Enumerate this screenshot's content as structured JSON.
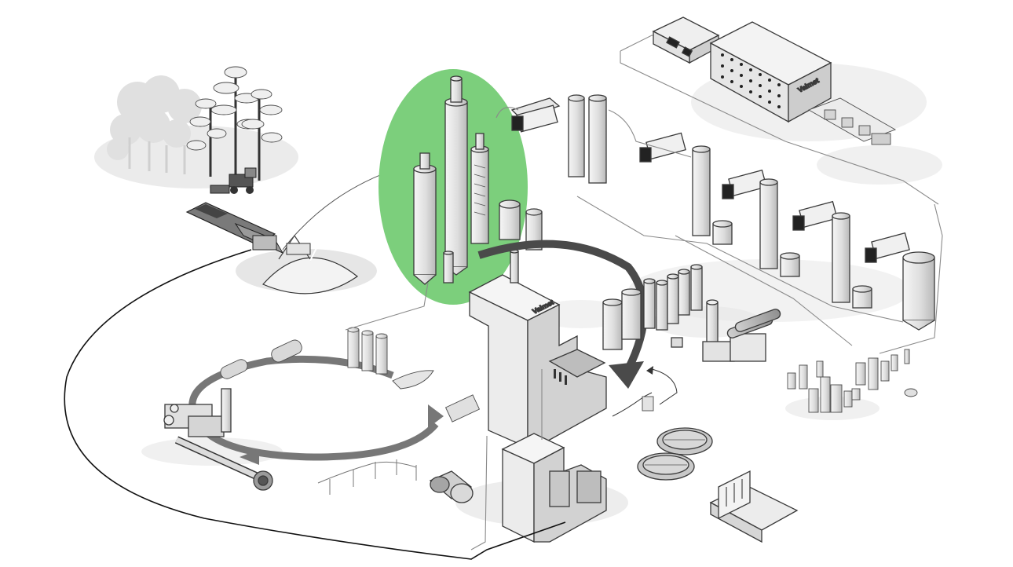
{
  "brand": {
    "logo_text": "Valmet"
  },
  "colors": {
    "highlight": "#7ccf7c",
    "outline": "#3a3a3a",
    "light_fill": "#efefef",
    "mid_fill": "#d9d9d9",
    "dark_fill": "#9a9a9a",
    "shadow": "#e4e4e4",
    "flow_arrow": "#555555"
  },
  "diagram": {
    "highlighted_section": "digester-towers",
    "sections": [
      "forest",
      "wood-handling-conveyor",
      "chip-pile",
      "digester-towers",
      "fiberline-washers",
      "pulp-drying-machine",
      "recovery-boiler",
      "evaporation-tanks",
      "chemical-recovery-loop",
      "lime-kiln",
      "power-line",
      "water-treatment-basins",
      "tank-farm",
      "turbine-building"
    ]
  }
}
